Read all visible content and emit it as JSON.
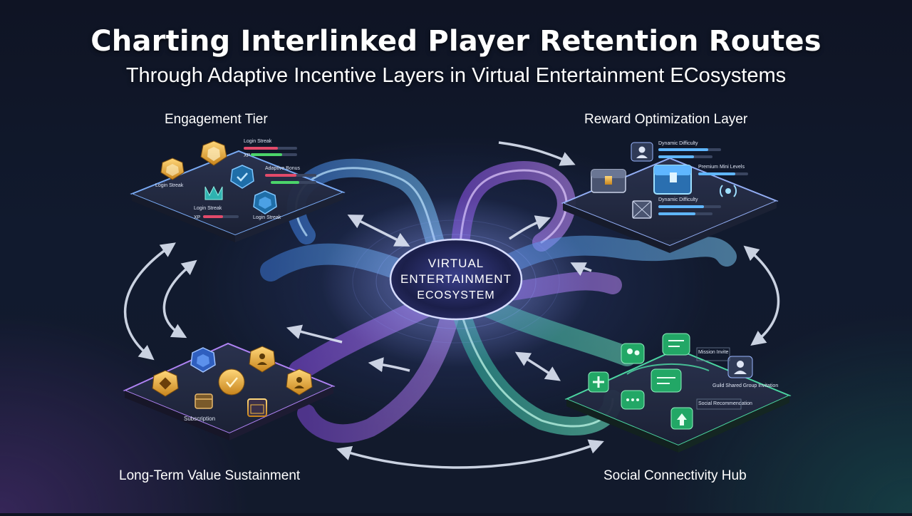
{
  "header": {
    "title": "Charting Interlinked Player Retention Routes",
    "subtitle": "Through Adaptive Incentive Layers in Virtual Entertainment ECosystems"
  },
  "center": {
    "line1": "VIRTUAL",
    "line2": "ENTERTAINMENT",
    "line3": "ECOSYSTEM"
  },
  "layers": {
    "engagement": {
      "title": "Engagement Tier",
      "labels": [
        "Login Streak",
        "XP",
        "Adaptive Bonus",
        "Login Streak",
        "Login Streak",
        "XP",
        "Login Streak"
      ]
    },
    "reward": {
      "title": "Reward Optimization Layer",
      "labels": [
        "Dynamic Difficulty",
        "Premium Mini Levels",
        "Dynamic Difficulty"
      ]
    },
    "longterm": {
      "title": "Long-Term Value Sustainment",
      "labels": [
        "Subscription"
      ]
    },
    "social": {
      "title": "Social Connectivity Hub",
      "labels": [
        "Mission Invite",
        "Guild Shared Group Invitation",
        "Social Recommendation"
      ]
    }
  },
  "colors": {
    "blue": "#5fb6ff",
    "purple": "#a46bff",
    "teal": "#45d9b4",
    "gold": "#f2b640",
    "green": "#3dd68c"
  }
}
